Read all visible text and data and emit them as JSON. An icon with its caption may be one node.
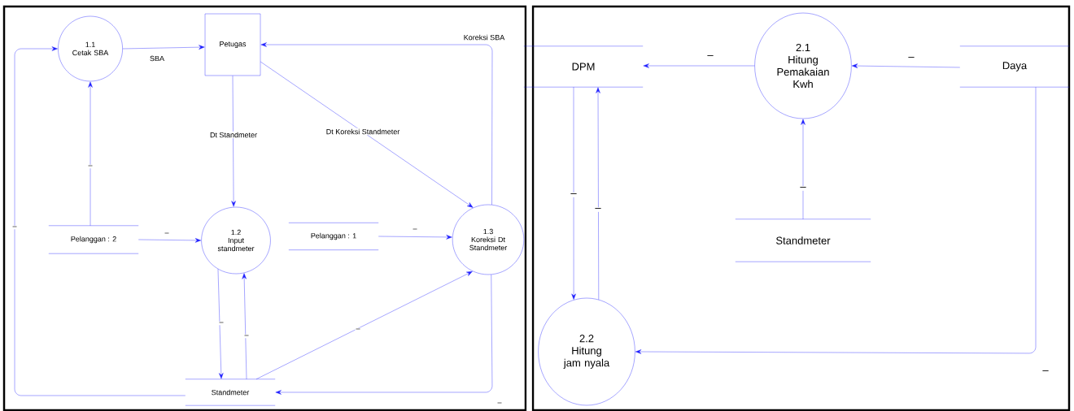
{
  "diagram": {
    "nodes": [
      {
        "text": [
          "1.1",
          "Cetak SBA"
        ]
      },
      {
        "text": [
          "Petugas"
        ]
      },
      {
        "text": [
          "1.2",
          "Input standmeter"
        ]
      },
      {
        "text": [
          "Pelanggan : 2"
        ]
      },
      {
        "text": [
          "Pelanggan : 1"
        ]
      },
      {
        "text": [
          "1.3",
          "Koreksi Dt Standmeter"
        ]
      },
      {
        "text": [
          "Standmeter"
        ]
      },
      {
        "text": [
          "DPM"
        ]
      },
      {
        "text": [
          "2.1",
          "Hitung Pemakaian Kwh"
        ]
      },
      {
        "text": [
          "Daya"
        ]
      },
      {
        "text": [
          "2.2",
          "Hitung jam nyala"
        ]
      },
      {
        "text": [
          "Standmeter"
        ]
      }
    ],
    "edges": [
      {
        "from": 0,
        "to": 1,
        "arrow": "to",
        "label": "SBA"
      },
      {
        "from": 5,
        "to": 1,
        "arrow": "to",
        "label": "Koreksi SBA"
      },
      {
        "from": 1,
        "to": 2,
        "arrow": "to",
        "label": "Dt Standmeter"
      },
      {
        "from": 1,
        "to": 5,
        "arrow": "to",
        "label": "Dt Koreksi Standmeter"
      },
      {
        "from": 3,
        "to": 0,
        "arrow": "to",
        "label": "–"
      },
      {
        "from": 3,
        "to": 2,
        "arrow": "to",
        "label": "–"
      },
      {
        "from": 4,
        "to": 5,
        "arrow": "to",
        "label": "–"
      },
      {
        "from": 2,
        "to": 6,
        "arrow": "to",
        "label": "–"
      },
      {
        "from": 6,
        "to": 2,
        "arrow": "to",
        "label": "–"
      },
      {
        "from": 6,
        "to": 5,
        "arrow": "to",
        "label": "–"
      },
      {
        "from": 5,
        "to": 6,
        "arrow": "to",
        "label": "–"
      },
      {
        "from": 6,
        "to": 0,
        "arrow": "to",
        "label": "–"
      },
      {
        "from": 8,
        "to": 7,
        "arrow": "to",
        "label": "–"
      },
      {
        "from": 9,
        "to": 8,
        "arrow": "to",
        "label": "–"
      },
      {
        "from": 7,
        "to": 10,
        "arrow": "to",
        "label": "–"
      },
      {
        "from": 10,
        "to": 7,
        "arrow": "to",
        "label": "–"
      },
      {
        "from": 11,
        "to": 8,
        "arrow": "to",
        "label": "–"
      },
      {
        "from": 9,
        "to": 10,
        "arrow": "to",
        "label": "–"
      }
    ]
  }
}
